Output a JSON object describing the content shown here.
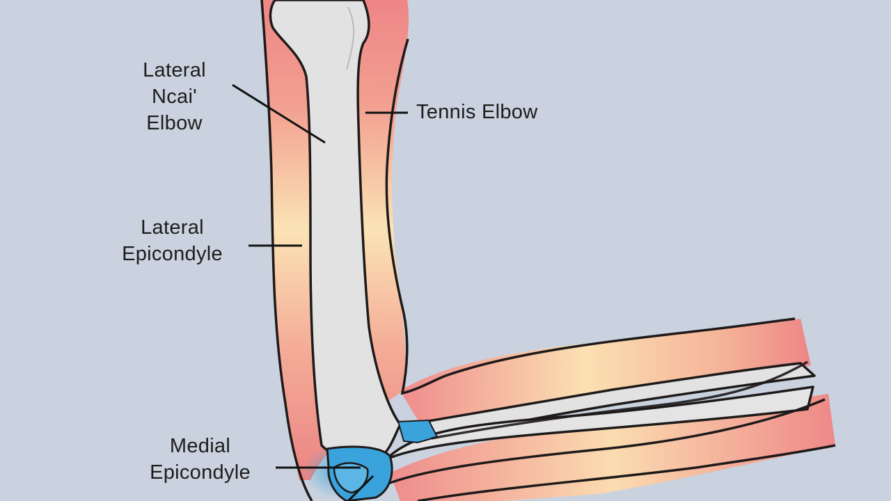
{
  "labels": {
    "lateral_nerve": {
      "line1": "Lateral",
      "line2": "Ncai'",
      "line3": "Elbow"
    },
    "tennis_elbow": "Tennis Elbow",
    "lateral_epicondyle": {
      "line1": "Lateral",
      "line2": "Epicondyle"
    },
    "medial_epicondyle": {
      "line1": "Medial",
      "line2": "Epicondyle"
    }
  },
  "colors": {
    "background": "#c9d2de",
    "muscle": "#ec8a8a",
    "muscle_highlight": "#fbe3b5",
    "bone": "#e1e1e1",
    "cartilage": "#3aa3dc",
    "outline": "#1e1a1a"
  }
}
